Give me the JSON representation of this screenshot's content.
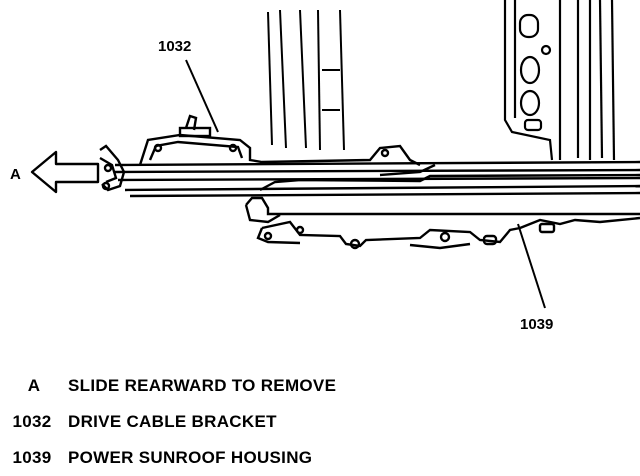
{
  "callouts": {
    "arrow_label": "A",
    "bracket_label": "1032",
    "housing_label": "1039"
  },
  "legend": [
    {
      "key": "A",
      "description": "SLIDE REARWARD TO REMOVE"
    },
    {
      "key": "1032",
      "description": "DRIVE CABLE BRACKET"
    },
    {
      "key": "1039",
      "description": "POWER SUNROOF HOUSING"
    }
  ]
}
